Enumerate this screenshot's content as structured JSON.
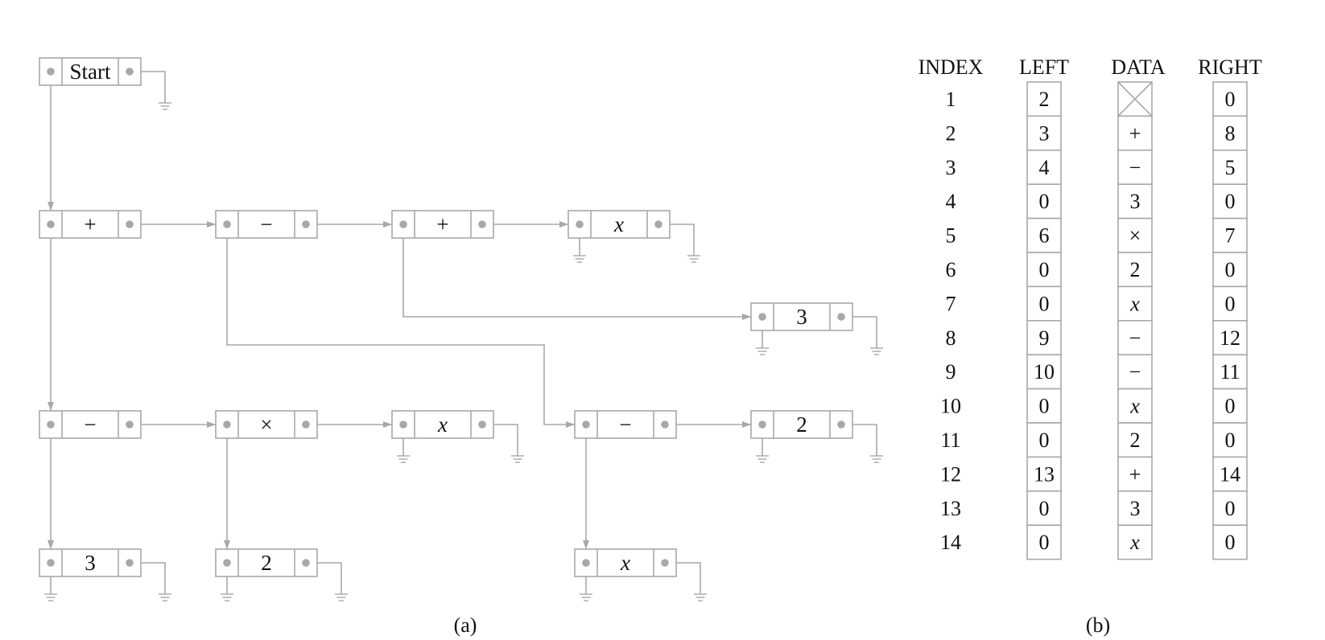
{
  "part_a": {
    "caption": "(a)",
    "nodes": [
      {
        "id": "start",
        "label": "Start"
      },
      {
        "id": "n2",
        "label": "+"
      },
      {
        "id": "n8",
        "label": "−"
      },
      {
        "id": "n12",
        "label": "+"
      },
      {
        "id": "n14",
        "label": "x",
        "italic": true
      },
      {
        "id": "n13",
        "label": "3"
      },
      {
        "id": "n3",
        "label": "−"
      },
      {
        "id": "n5",
        "label": "×"
      },
      {
        "id": "n7",
        "label": "x",
        "italic": true
      },
      {
        "id": "n9",
        "label": "−"
      },
      {
        "id": "n11",
        "label": "2"
      },
      {
        "id": "n4",
        "label": "3"
      },
      {
        "id": "n6",
        "label": "2"
      },
      {
        "id": "n10",
        "label": "x",
        "italic": true
      }
    ],
    "links": [
      {
        "from": "start",
        "side": "left",
        "to": "n2"
      },
      {
        "from": "start",
        "side": "right",
        "to": null
      },
      {
        "from": "n2",
        "side": "left",
        "to": "n3"
      },
      {
        "from": "n2",
        "side": "right",
        "to": "n8"
      },
      {
        "from": "n8",
        "side": "left",
        "to": "n9"
      },
      {
        "from": "n8",
        "side": "right",
        "to": "n12"
      },
      {
        "from": "n12",
        "side": "left",
        "to": "n13"
      },
      {
        "from": "n12",
        "side": "right",
        "to": "n14"
      },
      {
        "from": "n14",
        "side": "left",
        "to": null
      },
      {
        "from": "n14",
        "side": "right",
        "to": null
      },
      {
        "from": "n13",
        "side": "left",
        "to": null
      },
      {
        "from": "n13",
        "side": "right",
        "to": null
      },
      {
        "from": "n3",
        "side": "left",
        "to": "n4"
      },
      {
        "from": "n3",
        "side": "right",
        "to": "n5"
      },
      {
        "from": "n5",
        "side": "left",
        "to": "n6"
      },
      {
        "from": "n5",
        "side": "right",
        "to": "n7"
      },
      {
        "from": "n7",
        "side": "left",
        "to": null
      },
      {
        "from": "n7",
        "side": "right",
        "to": null
      },
      {
        "from": "n9",
        "side": "left",
        "to": "n10"
      },
      {
        "from": "n9",
        "side": "right",
        "to": "n11"
      },
      {
        "from": "n11",
        "side": "left",
        "to": null
      },
      {
        "from": "n11",
        "side": "right",
        "to": null
      },
      {
        "from": "n4",
        "side": "left",
        "to": null
      },
      {
        "from": "n4",
        "side": "right",
        "to": null
      },
      {
        "from": "n6",
        "side": "left",
        "to": null
      },
      {
        "from": "n6",
        "side": "right",
        "to": null
      },
      {
        "from": "n10",
        "side": "left",
        "to": null
      },
      {
        "from": "n10",
        "side": "right",
        "to": null
      }
    ]
  },
  "part_b": {
    "caption": "(b)",
    "headers": {
      "index": "INDEX",
      "left": "LEFT",
      "data": "DATA",
      "right": "RIGHT"
    },
    "rows": [
      {
        "index": "1",
        "left": "2",
        "data": "",
        "data_empty": true,
        "right": "0"
      },
      {
        "index": "2",
        "left": "3",
        "data": "+",
        "right": "8"
      },
      {
        "index": "3",
        "left": "4",
        "data": "−",
        "right": "5"
      },
      {
        "index": "4",
        "left": "0",
        "data": "3",
        "right": "0"
      },
      {
        "index": "5",
        "left": "6",
        "data": "×",
        "right": "7"
      },
      {
        "index": "6",
        "left": "0",
        "data": "2",
        "right": "0"
      },
      {
        "index": "7",
        "left": "0",
        "data": "x",
        "italic": true,
        "right": "0"
      },
      {
        "index": "8",
        "left": "9",
        "data": "−",
        "right": "12"
      },
      {
        "index": "9",
        "left": "10",
        "data": "−",
        "right": "11"
      },
      {
        "index": "10",
        "left": "0",
        "data": "x",
        "italic": true,
        "right": "0"
      },
      {
        "index": "11",
        "left": "0",
        "data": "2",
        "right": "0"
      },
      {
        "index": "12",
        "left": "13",
        "data": "+",
        "right": "14"
      },
      {
        "index": "13",
        "left": "0",
        "data": "3",
        "right": "0"
      },
      {
        "index": "14",
        "left": "0",
        "data": "x",
        "italic": true,
        "right": "0"
      }
    ]
  }
}
